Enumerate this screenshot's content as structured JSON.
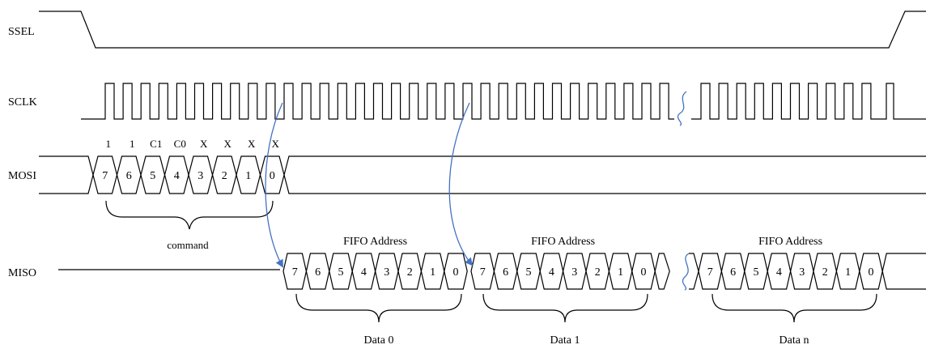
{
  "signals": {
    "ssel": "SSEL",
    "sclk": "SCLK",
    "mosi": "MOSI",
    "miso": "MISO"
  },
  "mosi": {
    "command_bits": [
      "1",
      "1",
      "C1",
      "C0",
      "X",
      "X",
      "X",
      "X"
    ],
    "bits": [
      "7",
      "6",
      "5",
      "4",
      "3",
      "2",
      "1",
      "0"
    ],
    "brace_label": "command"
  },
  "miso": {
    "groups": [
      {
        "header": "FIFO Address",
        "bits": [
          "7",
          "6",
          "5",
          "4",
          "3",
          "2",
          "1",
          "0"
        ],
        "caption": "Data 0"
      },
      {
        "header": "FIFO Address",
        "bits": [
          "7",
          "6",
          "5",
          "4",
          "3",
          "2",
          "1",
          "0"
        ],
        "caption": "Data 1"
      },
      {
        "header": "FIFO Address",
        "bits": [
          "7",
          "6",
          "5",
          "4",
          "3",
          "2",
          "1",
          "0"
        ],
        "caption": "Data n"
      }
    ]
  },
  "colors": {
    "line": "#000000",
    "arrow": "#4472c4",
    "background": "#ffffff"
  }
}
